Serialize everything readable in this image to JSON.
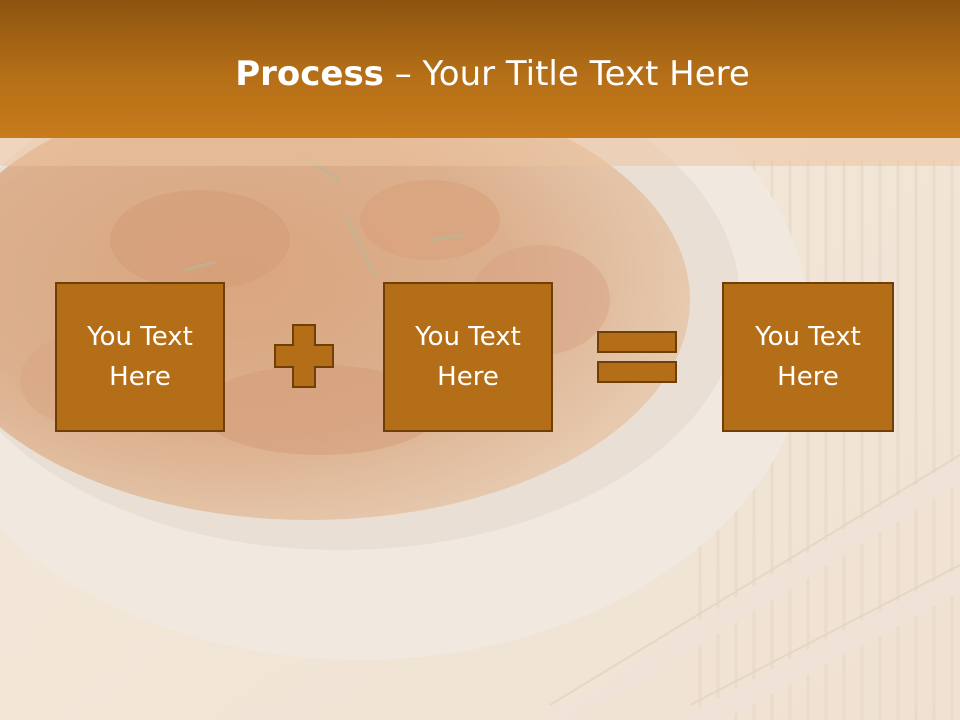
{
  "slide": {
    "title_bold": "Process",
    "title_rest": " – Your Title Text Here",
    "boxes": [
      {
        "text": "You Text\nHere"
      },
      {
        "text": "You Text\nHere"
      },
      {
        "text": "You Text\nHere"
      }
    ],
    "operators": [
      "plus-icon",
      "equals-icon"
    ],
    "colors": {
      "header": "#b56f17",
      "box_fill": "#b46e17",
      "box_border": "#6f3f08"
    }
  }
}
